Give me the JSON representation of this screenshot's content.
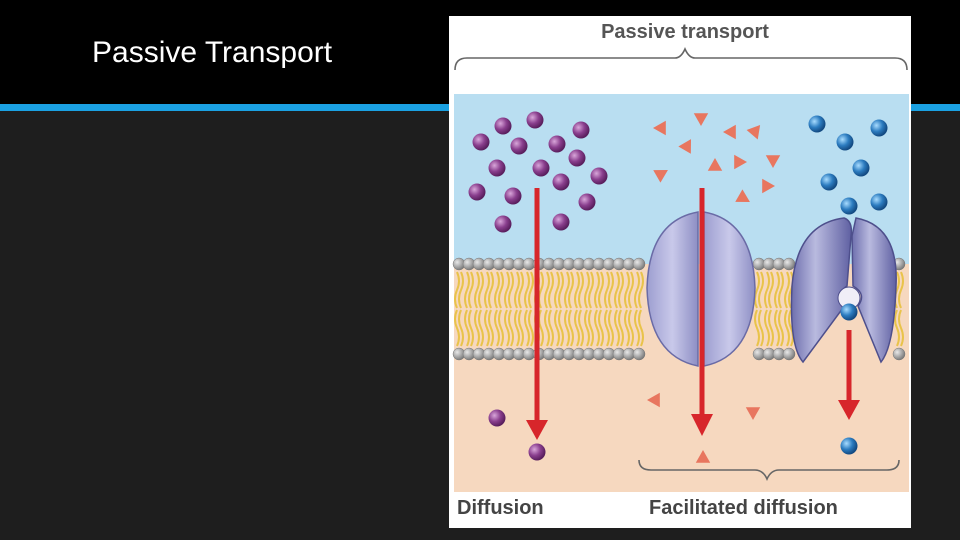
{
  "slide": {
    "title": "Passive Transport",
    "accent_color": "#1ba1e2"
  },
  "figure": {
    "header": "Passive transport",
    "label_left": "Diffusion",
    "label_right": "Facilitated diffusion",
    "colors": {
      "extracellular": "#b9def1",
      "intracellular": "#f6d8bf",
      "arrow": "#d7262b",
      "molecule_purple": "#8a3f8e",
      "molecule_triangle": "#e8765f",
      "molecule_blue": "#2c7cc0",
      "protein": "#b5b6de",
      "lipid_head": "#a3a3a3",
      "lipid_tail": "#e9c34a"
    }
  }
}
